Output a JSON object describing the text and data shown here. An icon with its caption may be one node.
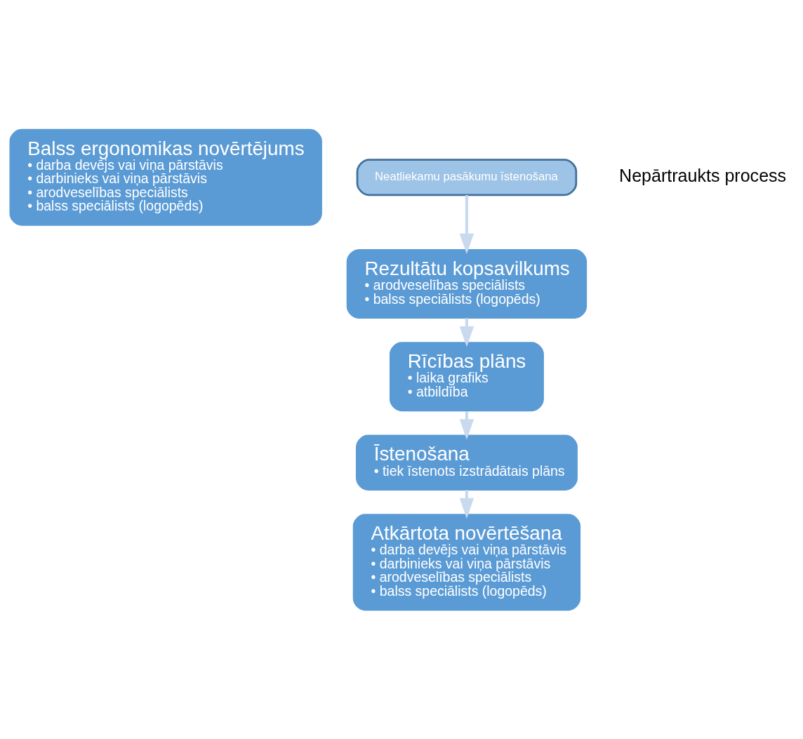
{
  "diagram": {
    "nodes": [
      {
        "text": [
          "Balss ergonomikas novērtējums",
          "• darba devējs vai viņa pārstāvis",
          "• darbinieks vai viņa pārstāvis",
          "• arodveselības speciālists",
          "• balss speciālists (logopēds)"
        ]
      },
      {
        "text": [
          "Neatliekamu pasākumu īstenošana"
        ]
      },
      {
        "text": [
          "Rezultātu kopsavilkums",
          "• arodveselības speciālists",
          "• balss speciālists (logopēds)"
        ]
      },
      {
        "text": [
          "Rīcības plāns",
          "• laika grafiks",
          "• atbildība"
        ]
      },
      {
        "text": [
          "Īstenošana",
          "• tiek īstenots izstrādātais plāns"
        ]
      },
      {
        "text": [
          "Atkārtota novērtēšana",
          "• darba devējs vai viņa pārstāvis",
          "• darbinieks vai viņa pārstāvis",
          "• arodveselības speciālists",
          "• balss speciālists (logopēds)"
        ]
      }
    ],
    "edges": [
      {
        "from": 1,
        "to": 2,
        "arrow": "to"
      },
      {
        "from": 2,
        "to": 3,
        "arrow": "to"
      },
      {
        "from": 3,
        "to": 4,
        "arrow": "to"
      },
      {
        "from": 4,
        "to": 5,
        "arrow": "to"
      }
    ],
    "labels": [
      "Nepārtraukts process"
    ]
  }
}
